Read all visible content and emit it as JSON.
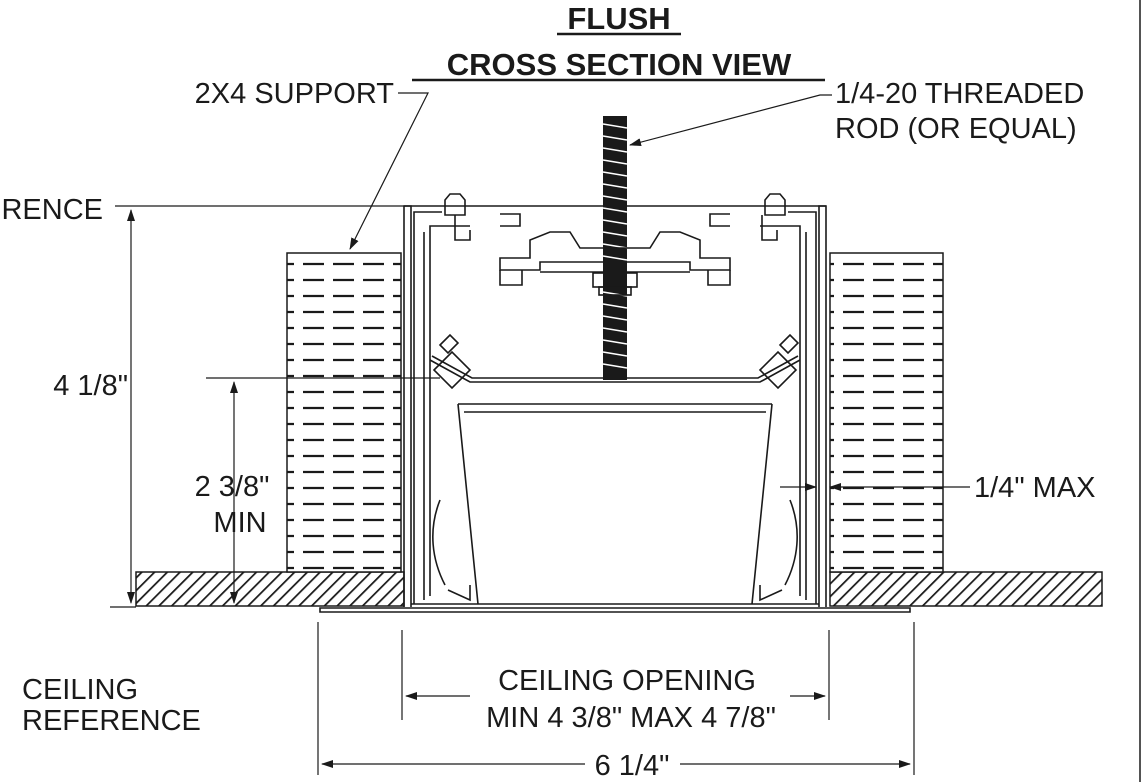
{
  "title": {
    "line1": "FLUSH",
    "line2": "CROSS SECTION VIEW"
  },
  "labels": {
    "support": "2X4 SUPPORT",
    "rod_line1": "1/4-20 THREADED",
    "rod_line2": "ROD (OR EQUAL)",
    "top_reference": "RENCE",
    "overall_height": "4 1/8\"",
    "min_height_line1": "2 3/8\"",
    "min_height_line2": "MIN",
    "gap_max": "1/4\" MAX",
    "ceiling_ref_line1": "CEILING",
    "ceiling_ref_line2": "REFERENCE",
    "opening_line1": "CEILING OPENING",
    "opening_line2": "MIN 4 3/8\" MAX 4 7/8\"",
    "overall_width": "6 1/4\""
  },
  "colors": {
    "ink": "#1a1a1a",
    "background": "#ffffff"
  }
}
